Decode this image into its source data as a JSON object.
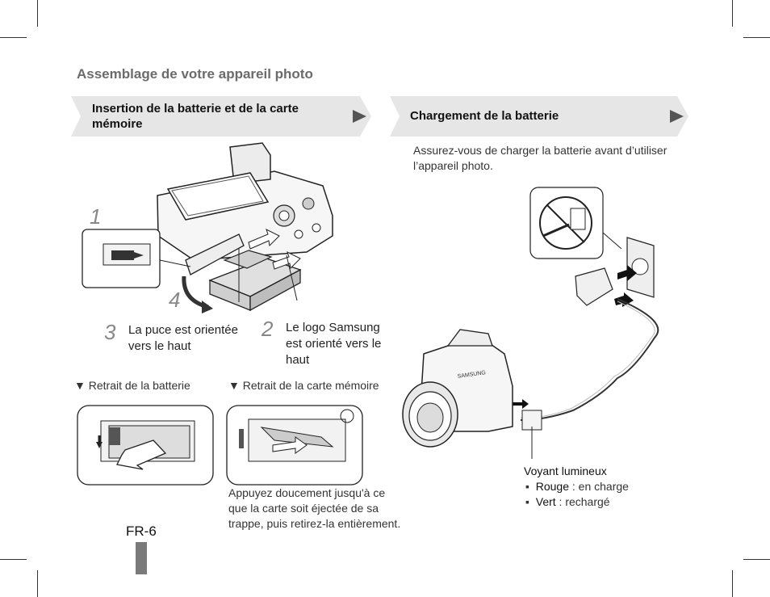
{
  "header": {
    "title": "Assemblage de votre appareil photo"
  },
  "left_banner": {
    "title": "Insertion de la batterie et de la carte mémoire"
  },
  "right_banner": {
    "title": "Chargement de la batterie"
  },
  "steps": [
    {
      "number": "1"
    },
    {
      "number": "2",
      "caption": "Le logo Samsung est orienté vers le haut"
    },
    {
      "number": "3",
      "caption": "La puce est orientée vers le haut"
    },
    {
      "number": "4"
    }
  ],
  "removal": {
    "battery_label": "▼ Retrait de la batterie",
    "card_label": "▼ Retrait de la carte mémoire",
    "card_note": "Appuyez doucement jusqu'à ce que la carte soit éjectée de sa trappe, puis retirez-la entièrement."
  },
  "charging": {
    "intro": "Assurez-vous de charger la batterie avant d’utiliser l’appareil photo.",
    "indicator_title": "Voyant lumineux",
    "states": [
      {
        "color": "Rouge",
        "text": " : en charge"
      },
      {
        "color": "Vert",
        "text": " : rechargé"
      }
    ],
    "camera_brand": "SAMSUNG"
  },
  "footer": {
    "page_label": "FR-6"
  },
  "colors": {
    "banner_bg": "#e6e6e6",
    "accent_gray": "#7a7a7a",
    "title_gray": "#6b6b6b"
  }
}
